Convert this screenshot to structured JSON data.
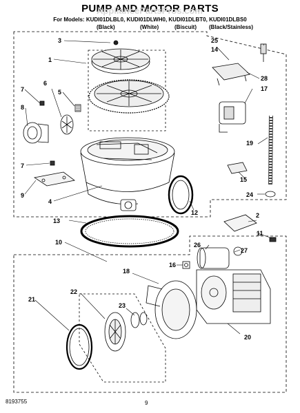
{
  "header": {
    "watermark": "AppliancePartsPros.com",
    "title": "PUMP AND MOTOR PARTS",
    "models_prefix": "For Models:",
    "models": "KUDI01DLBL0, KUDI01DLWH0, KUDI01DLBT0, KUDI01DLBS0",
    "colors": [
      "(Black)",
      "(White)",
      "(Biscuit)",
      "(Black/Stainless)"
    ]
  },
  "callouts": {
    "c1": "1",
    "c2": "2",
    "c3": "3",
    "c4": "4",
    "c5": "5",
    "c6": "6",
    "c7a": "7",
    "c7b": "7",
    "c8": "8",
    "c9": "9",
    "c10": "10",
    "c11": "11",
    "c12": "12",
    "c13": "13",
    "c14": "14",
    "c15": "15",
    "c16": "16",
    "c17": "17",
    "c18": "18",
    "c19": "19",
    "c20": "20",
    "c21": "21",
    "c22": "22",
    "c23": "23",
    "c24": "24",
    "c25": "25",
    "c26": "26",
    "c27": "27",
    "c28": "28"
  },
  "footer": {
    "doc_number": "8193755",
    "page_number": "9"
  }
}
